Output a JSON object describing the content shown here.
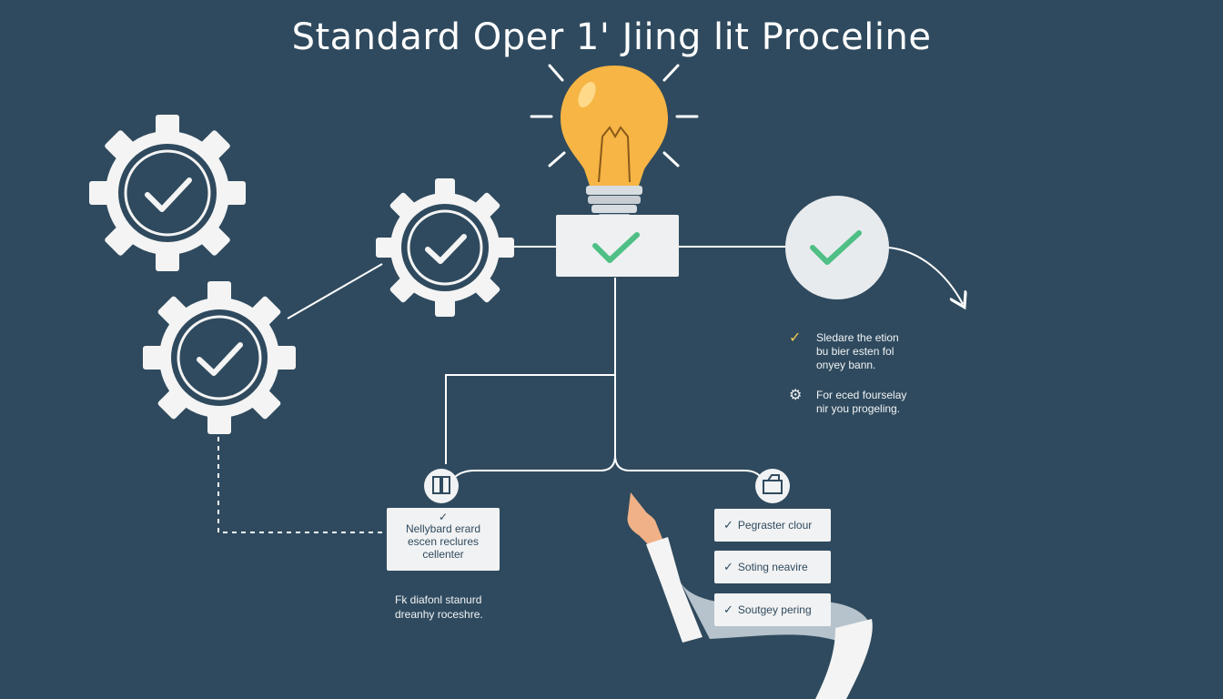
{
  "title": "Standard Oper 1' Jiing lit Proceline",
  "notes": [
    {
      "icon": "check-icon",
      "lines": [
        "Sledare the etion",
        "bu bier esten fol",
        "onyey bann."
      ]
    },
    {
      "icon": "settings-icon",
      "lines": [
        "For eced fourselay",
        "nir you progeling."
      ]
    }
  ],
  "left_card": {
    "lines": [
      "Nellybard erard",
      "escen reclures",
      "cellenter"
    ]
  },
  "caption": {
    "lines": [
      "Fk diafonl stanurd",
      "dreanhy roceshre."
    ]
  },
  "steps": [
    {
      "label": "Pegraster clour"
    },
    {
      "label": "Soting neavire"
    },
    {
      "label": "Soutgey pering"
    }
  ],
  "colors": {
    "background": "#2f4a5e",
    "panel": "#f1f2f3",
    "check_green": "#4fbf85",
    "bulb": "#f6b544",
    "accent_yellow": "#f2c94c"
  }
}
